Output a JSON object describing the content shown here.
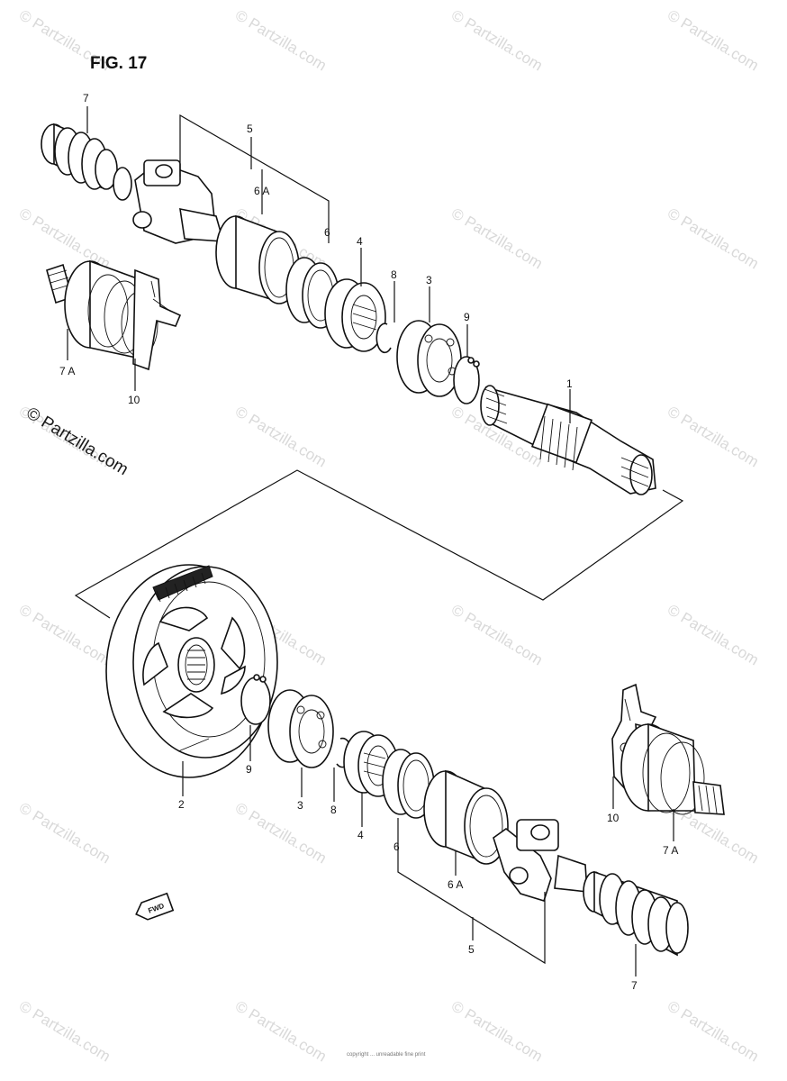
{
  "figure": {
    "title": "FIG. 17"
  },
  "watermark": {
    "text": "© Partzilla.com",
    "side_text": "© Partzilla.com"
  },
  "labels": {
    "l1": "1",
    "l2": "2",
    "l3a": "3",
    "l3b": "3",
    "l4a": "4",
    "l4b": "4",
    "l5a": "5",
    "l5b": "5",
    "l6a": "6",
    "l6b": "6",
    "l6Aa": "6 A",
    "l6Ab": "6 A",
    "l7a": "7",
    "l7b": "7",
    "l7Aa": "7 A",
    "l7Ab": "7 A",
    "l8a": "8",
    "l8b": "8",
    "l9a": "9",
    "l9b": "9",
    "l10a": "10",
    "l10b": "10"
  },
  "fwd_tag": "FWD",
  "footer_text": "copyright ... unreadable fine print"
}
